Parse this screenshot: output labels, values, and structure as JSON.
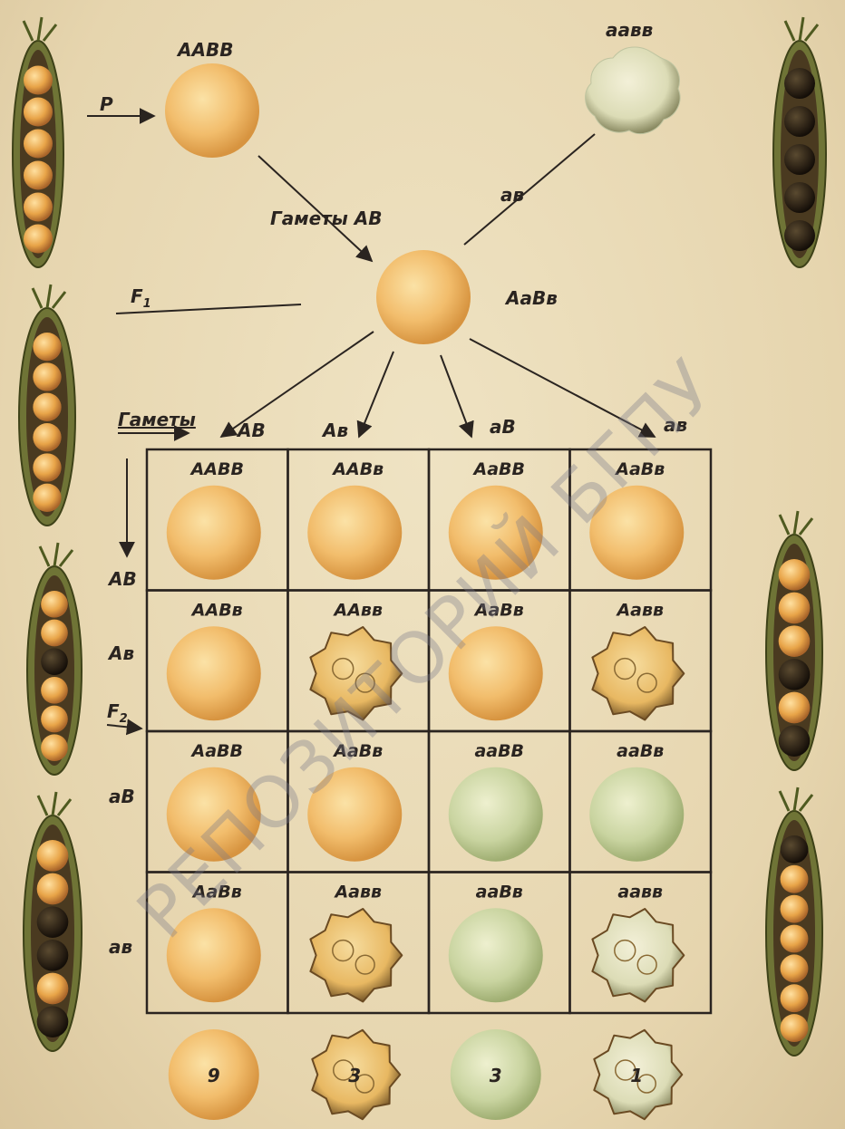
{
  "parents": {
    "p_label": "P",
    "left_genotype": "AABB",
    "right_genotype": "aaвв"
  },
  "gametes_label_parent": "Гаметы AB",
  "right_gamete": "aв",
  "f1": {
    "label": "F",
    "label_sub": "1",
    "genotype": "AaBв"
  },
  "gametes_label_f1": "Гаметы",
  "gametes_columns": [
    "AB",
    "Aв",
    "aB",
    "aв"
  ],
  "gametes_rows": [
    "AB",
    "Aв",
    "aB",
    "aв"
  ],
  "f2": {
    "label": "F",
    "label_sub": "2"
  },
  "grid": [
    [
      {
        "g": "AABB",
        "t": "ys"
      },
      {
        "g": "AABв",
        "t": "ys"
      },
      {
        "g": "AaBB",
        "t": "ys"
      },
      {
        "g": "AaBв",
        "t": "ys"
      }
    ],
    [
      {
        "g": "AABв",
        "t": "ys"
      },
      {
        "g": "AAвв",
        "t": "yw"
      },
      {
        "g": "AaBв",
        "t": "ys"
      },
      {
        "g": "Aaвв",
        "t": "yw"
      }
    ],
    [
      {
        "g": "AaBB",
        "t": "ys"
      },
      {
        "g": "AaBв",
        "t": "ys"
      },
      {
        "g": "aaBB",
        "t": "gs"
      },
      {
        "g": "aaBв",
        "t": "gs"
      }
    ],
    [
      {
        "g": "AaBв",
        "t": "ys"
      },
      {
        "g": "Aaвв",
        "t": "yw"
      },
      {
        "g": "aaBв",
        "t": "gs"
      },
      {
        "g": "aaвв",
        "t": "gw"
      }
    ]
  ],
  "ratio": [
    {
      "value": "9",
      "t": "ys"
    },
    {
      "value": "3",
      "t": "yw"
    },
    {
      "value": "3",
      "t": "gs"
    },
    {
      "value": "1",
      "t": "gw"
    }
  ],
  "watermark": "РЕПОЗИТОРИЙ БГПУ",
  "colors": {
    "yellow_seed": "#f0b868",
    "green_seed": "#c9d7a2",
    "pod": "#7a7a3a",
    "line": "#2a2420"
  }
}
